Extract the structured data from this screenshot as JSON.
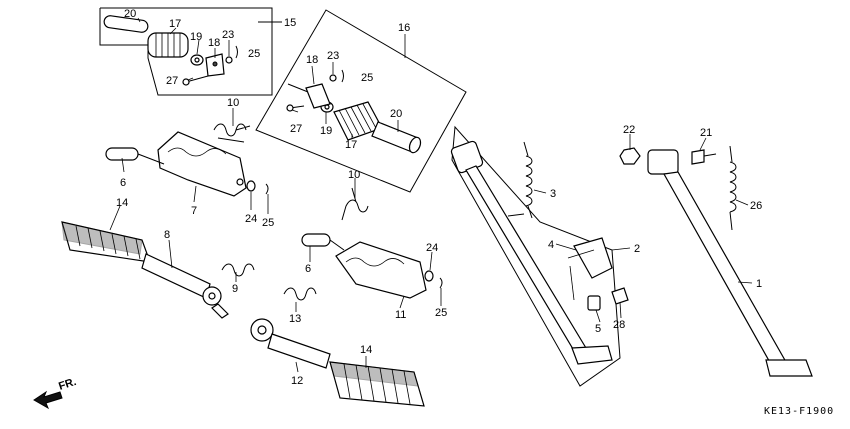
{
  "diagram": {
    "code": "KE13-F1900",
    "direction_label": "FR.",
    "callouts": {
      "c1": "1",
      "c2": "2",
      "c3": "3",
      "c4": "4",
      "c5": "5",
      "c6a": "6",
      "c6b": "6",
      "c7": "7",
      "c8": "8",
      "c9": "9",
      "c10a": "10",
      "c10b": "10",
      "c11": "11",
      "c12": "12",
      "c13": "13",
      "c14a": "14",
      "c14b": "14",
      "c15": "15",
      "c16": "16",
      "c17a": "17",
      "c17b": "17",
      "c18a": "18",
      "c18b": "18",
      "c19a": "19",
      "c19b": "19",
      "c20a": "20",
      "c20b": "20",
      "c21": "21",
      "c22": "22",
      "c23a": "23",
      "c23b": "23",
      "c24a": "24",
      "c24b": "24",
      "c25a": "25",
      "c25b": "25",
      "c25c": "25",
      "c25d": "25",
      "c26": "26",
      "c27a": "27",
      "c27b": "27",
      "c28": "28"
    }
  }
}
